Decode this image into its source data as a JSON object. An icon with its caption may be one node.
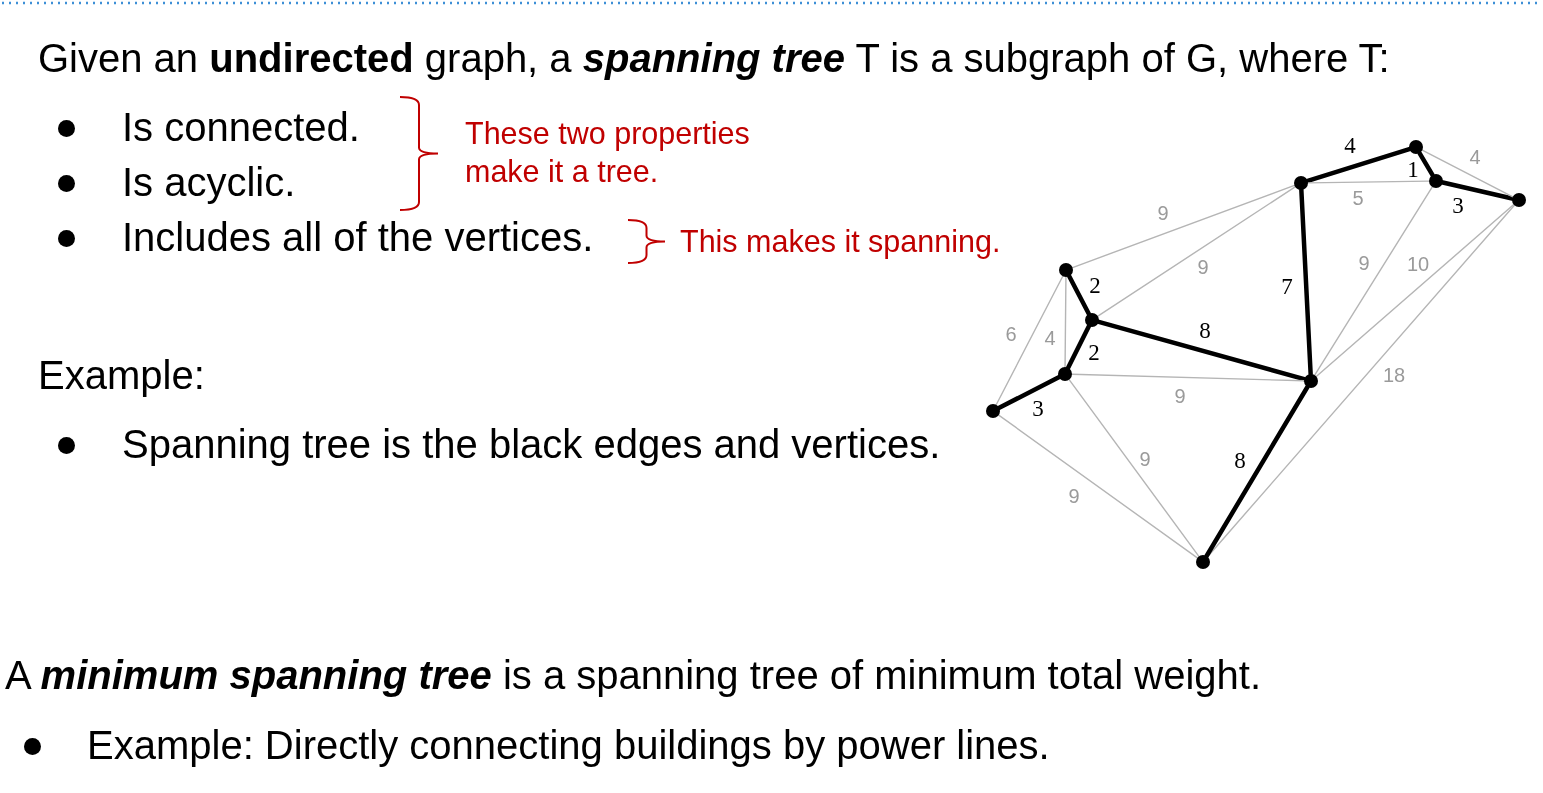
{
  "diagram": {
    "nodes": [
      {
        "text": [],
        "shape": "circle"
      },
      {
        "text": [],
        "shape": "circle"
      },
      {
        "text": [],
        "shape": "circle"
      },
      {
        "text": [],
        "shape": "circle"
      },
      {
        "text": [],
        "shape": "circle"
      },
      {
        "text": [],
        "shape": "circle"
      },
      {
        "text": [],
        "shape": "circle"
      },
      {
        "text": [],
        "shape": "circle"
      },
      {
        "text": [],
        "shape": "circle"
      },
      {
        "text": [],
        "shape": "circle"
      }
    ],
    "edges": [
      {
        "from": 2,
        "to": 0,
        "arrow": "none",
        "label": "4",
        "style": "thick",
        "color": "#000000"
      },
      {
        "from": 0,
        "to": 1,
        "arrow": "none",
        "label": "1",
        "style": "thick",
        "color": "#000000"
      },
      {
        "from": 1,
        "to": 3,
        "arrow": "none",
        "label": "3",
        "style": "thick",
        "color": "#000000"
      },
      {
        "from": 0,
        "to": 3,
        "arrow": "none",
        "label": "4"
      },
      {
        "from": 2,
        "to": 1,
        "arrow": "none",
        "label": "5"
      },
      {
        "from": 4,
        "to": 2,
        "arrow": "none",
        "label": "9"
      },
      {
        "from": 5,
        "to": 2,
        "arrow": "none",
        "label": "9"
      },
      {
        "from": 2,
        "to": 7,
        "arrow": "none",
        "label": "7",
        "style": "thick",
        "color": "#000000"
      },
      {
        "from": 1,
        "to": 7,
        "arrow": "none",
        "label": "9"
      },
      {
        "from": 3,
        "to": 7,
        "arrow": "none",
        "label": "10"
      },
      {
        "from": 4,
        "to": 5,
        "arrow": "none",
        "label": "2",
        "style": "thick",
        "color": "#000000"
      },
      {
        "from": 5,
        "to": 7,
        "arrow": "none",
        "label": "8",
        "style": "thick",
        "color": "#000000"
      },
      {
        "from": 4,
        "to": 8,
        "arrow": "none",
        "label": "6"
      },
      {
        "from": 4,
        "to": 6,
        "arrow": "none",
        "label": "4"
      },
      {
        "from": 5,
        "to": 6,
        "arrow": "none",
        "label": "2",
        "style": "thick",
        "color": "#000000"
      },
      {
        "from": 6,
        "to": 7,
        "arrow": "none",
        "label": "9"
      },
      {
        "from": 6,
        "to": 8,
        "arrow": "none",
        "label": "3",
        "style": "thick",
        "color": "#000000"
      },
      {
        "from": 3,
        "to": 9,
        "arrow": "none",
        "label": "18"
      },
      {
        "from": 6,
        "to": 9,
        "arrow": "none",
        "label": "9"
      },
      {
        "from": 8,
        "to": 9,
        "arrow": "none",
        "label": "9"
      },
      {
        "from": 7,
        "to": 9,
        "arrow": "none",
        "label": "8",
        "style": "thick",
        "color": "#000000"
      }
    ],
    "labels": [
      "Given an **undirected** graph, a *spanning tree* T is a subgraph of G, where T:",
      "Is connected.",
      "Is acyclic.",
      "These two properties make it a tree.",
      "Includes all of the vertices.",
      "This makes it spanning.",
      "Example:",
      "Spanning tree is the black edges and vertices.",
      "A *minimum spanning tree* is a spanning tree of minimum total weight.",
      "Example: Directly connecting buildings by power lines."
    ]
  }
}
